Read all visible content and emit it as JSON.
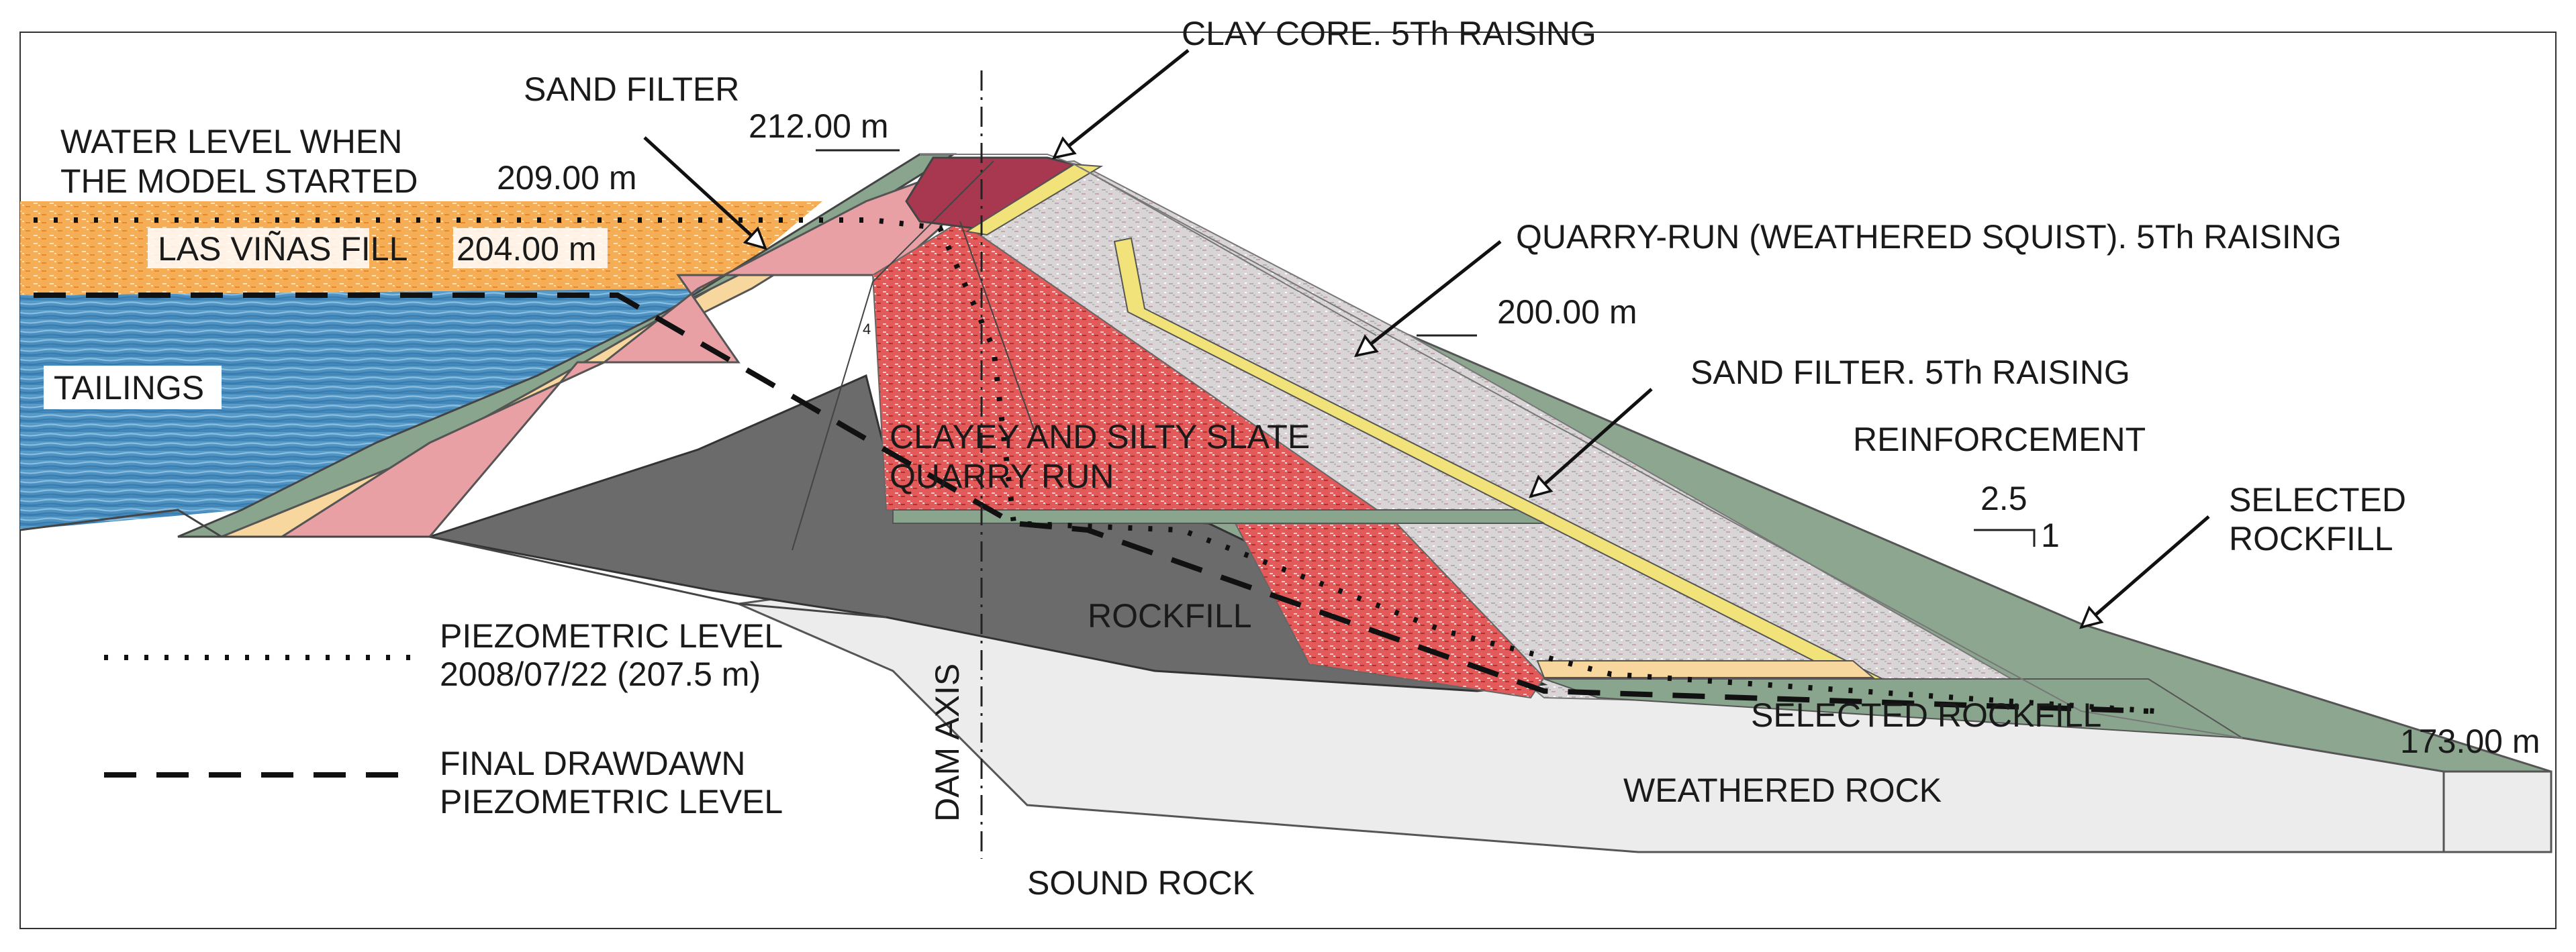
{
  "labels": {
    "clay_core": "CLAY CORE. 5Th RAISING",
    "sand_filter": "SAND FILTER",
    "elev_212": "212.00 m",
    "water_level_line1": "WATER LEVEL WHEN",
    "water_level_line2": "THE MODEL STARTED",
    "elev_209": "209.00 m",
    "las_vinas_fill": "LAS VIÑAS FILL",
    "elev_204": "204.00 m",
    "tailings": "TAILINGS",
    "quarry_run": "QUARRY-RUN (WEATHERED SQUIST). 5Th RAISING",
    "elev_200": "200.00 m",
    "sand_filter_5th": "SAND FILTER. 5Th RAISING",
    "reinforcement": "REINFORCEMENT",
    "clayey_line1": "CLAYEY AND SILTY SLATE",
    "clayey_line2": "QUARRY RUN",
    "slope_h": "2.5",
    "slope_v": "1",
    "selected_rockfill_right_line1": "SELECTED",
    "selected_rockfill_right_line2": "ROCKFILL",
    "rockfill": "ROCKFILL",
    "dam_axis": "DAM AXIS",
    "selected_rockfill_bottom": "SELECTED ROCKFILL",
    "elev_173": "173.00 m",
    "weathered_rock": "WEATHERED ROCK",
    "sound_rock": "SOUND ROCK",
    "marker_4": "4"
  },
  "legend": {
    "piezometric_line1": "PIEZOMETRIC LEVEL",
    "piezometric_line2": "2008/07/22 (207.5 m)",
    "drawdown_line1": "FINAL DRAWDAWN",
    "drawdown_line2": "PIEZOMETRIC LEVEL"
  },
  "colors": {
    "tailings": "#4a8fc0",
    "las_vinas_fill": "#f4a64a",
    "reinforcement": "#8aa58d",
    "rockfill": "#6b6b6b",
    "weathered_rock": "#ececec",
    "clay_core": "#a83850",
    "pink_core": "#e9a0a4",
    "sand_filter": "#f8d79e",
    "yellow_filter": "#f2e27a",
    "quarry_run": "#d8d4d4",
    "clayey_slate": "#d94a4a"
  }
}
